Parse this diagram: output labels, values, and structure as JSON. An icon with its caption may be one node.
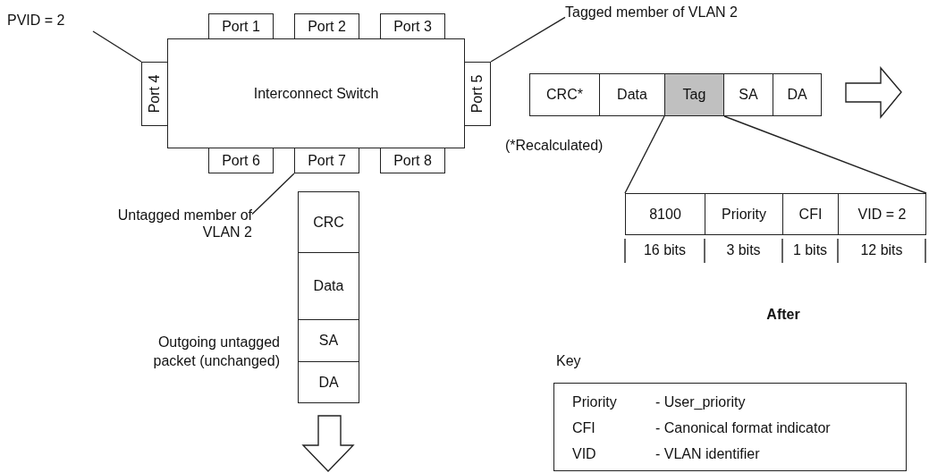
{
  "diagram": {
    "nodes": [
      {
        "text": [
          "Interconnect Switch"
        ]
      },
      {
        "text": [
          "Port 1"
        ]
      },
      {
        "text": [
          "Port 2"
        ]
      },
      {
        "text": [
          "Port 3"
        ]
      },
      {
        "text": [
          "Port 4"
        ]
      },
      {
        "text": [
          "Port 5"
        ]
      },
      {
        "text": [
          "Port 6"
        ]
      },
      {
        "text": [
          "Port 7"
        ]
      },
      {
        "text": [
          "Port 8"
        ]
      },
      {
        "text": [
          "PVID = 2"
        ]
      },
      {
        "text": [
          "Tagged member of VLAN 2"
        ]
      },
      {
        "text": [
          "Untagged member of VLAN 2"
        ]
      },
      {
        "text": [
          "CRC*"
        ]
      },
      {
        "text": [
          "Data"
        ]
      },
      {
        "text": [
          "Tag"
        ]
      },
      {
        "text": [
          "SA"
        ]
      },
      {
        "text": [
          "DA"
        ]
      },
      {
        "text": [
          "CRC"
        ]
      },
      {
        "text": [
          "Data"
        ]
      },
      {
        "text": [
          "SA"
        ]
      },
      {
        "text": [
          "DA"
        ]
      },
      {
        "text": [
          "8100"
        ]
      },
      {
        "text": [
          "Priority"
        ]
      },
      {
        "text": [
          "CFI"
        ]
      },
      {
        "text": [
          "VID = 2"
        ]
      },
      {
        "text": [
          "Key",
          "Priority",
          "- User_priority",
          "CFI",
          "- Canonical format indicator",
          "VID",
          "- VLAN identifier"
        ]
      }
    ],
    "edges": [
      {
        "from": 9,
        "to": 4,
        "arrow": "none"
      },
      {
        "from": 10,
        "to": 5,
        "arrow": "none"
      },
      {
        "from": 11,
        "to": 7,
        "arrow": "none"
      },
      {
        "from": 14,
        "to": 21,
        "arrow": "none"
      },
      {
        "from": 14,
        "to": 24,
        "arrow": "none"
      }
    ],
    "labels": [
      "(*Recalculated)",
      "16 bits",
      "3 bits",
      "1 bits",
      "12 bits",
      "After",
      "Outgoing untagged packet (unchanged)"
    ]
  }
}
